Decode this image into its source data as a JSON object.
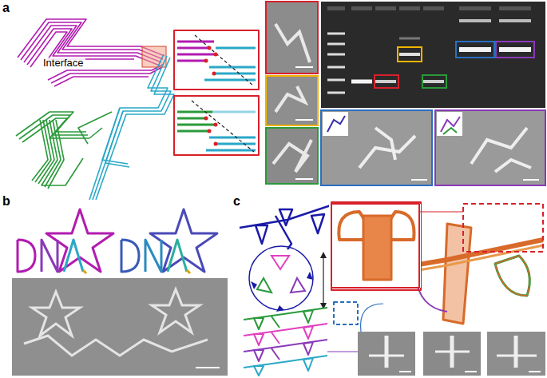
{
  "diagram": {
    "labels": [
      "a",
      "Interface",
      "b",
      "c"
    ]
  }
}
